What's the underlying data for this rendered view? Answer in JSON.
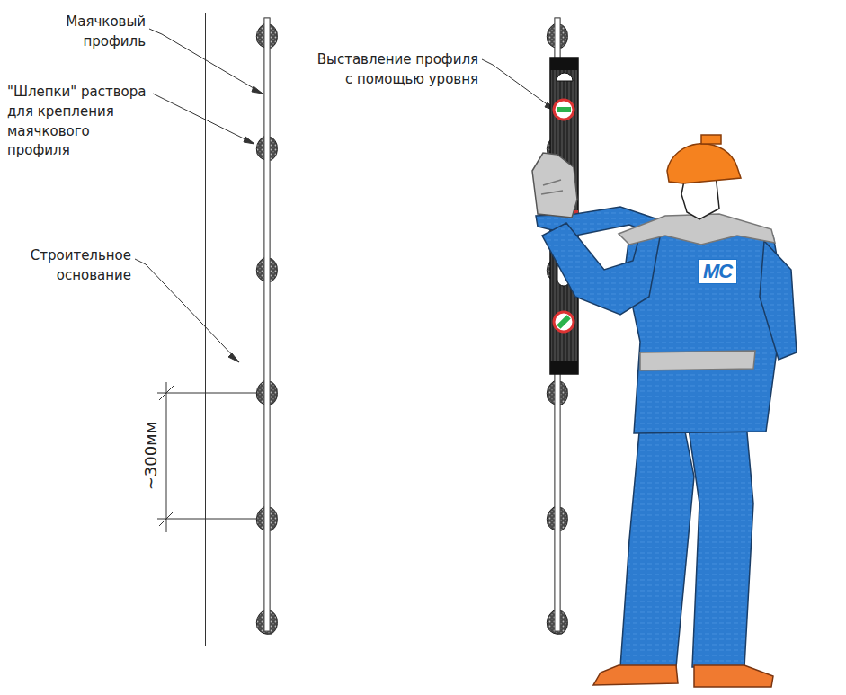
{
  "diagram": {
    "labels": [
      "Маячковый профиль",
      "\"Шлепки\" раствора для крепления маячкового профиля",
      "Строительное основание",
      "Выставление профиля с помощью уровня",
      "~300мм",
      "MC"
    ]
  }
}
